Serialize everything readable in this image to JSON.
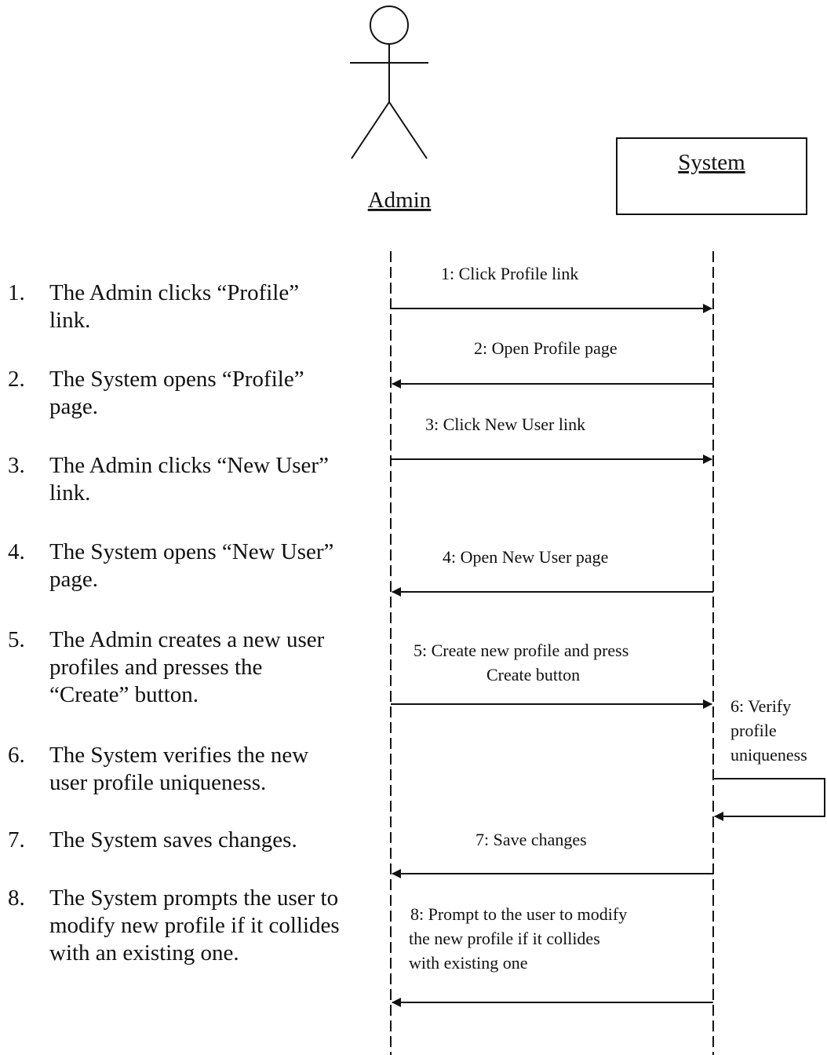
{
  "actors": {
    "admin": {
      "label": "Admin"
    },
    "system": {
      "label": "System"
    }
  },
  "messages": [
    {
      "id": "m1",
      "lines": [
        "1: Click Profile link"
      ],
      "from": "admin",
      "to": "system"
    },
    {
      "id": "m2",
      "lines": [
        "2: Open Profile page"
      ],
      "from": "system",
      "to": "admin"
    },
    {
      "id": "m3",
      "lines": [
        "3: Click New User link"
      ],
      "from": "admin",
      "to": "system"
    },
    {
      "id": "m4",
      "lines": [
        "4: Open New User page"
      ],
      "from": "system",
      "to": "admin"
    },
    {
      "id": "m5",
      "lines": [
        "5: Create new profile and press",
        "Create button"
      ],
      "from": "admin",
      "to": "system"
    },
    {
      "id": "m6",
      "lines": [
        "6: Verify",
        "profile",
        "uniqueness"
      ],
      "from": "system",
      "to": "system"
    },
    {
      "id": "m7",
      "lines": [
        "7: Save changes"
      ],
      "from": "system",
      "to": "admin"
    },
    {
      "id": "m8",
      "lines": [
        "8: Prompt to the user to modify",
        "the new profile if it collides",
        "with existing one"
      ],
      "from": "system",
      "to": "admin"
    }
  ],
  "steps": [
    {
      "num": "1.",
      "text": "The Admin clicks “Profile” link."
    },
    {
      "num": "2.",
      "text": "The System opens “Profile” page."
    },
    {
      "num": "3.",
      "text": "The Admin clicks “New User” link."
    },
    {
      "num": "4.",
      "text": "The System opens “New User” page."
    },
    {
      "num": "5.",
      "text": "The Admin creates a new user profiles and presses the “Create” button."
    },
    {
      "num": "6.",
      "text": "The System verifies the new user profile uniqueness."
    },
    {
      "num": "7.",
      "text": "The System saves changes."
    },
    {
      "num": "8.",
      "text": "The System prompts the user to modify new profile if it collides with an existing one."
    }
  ]
}
